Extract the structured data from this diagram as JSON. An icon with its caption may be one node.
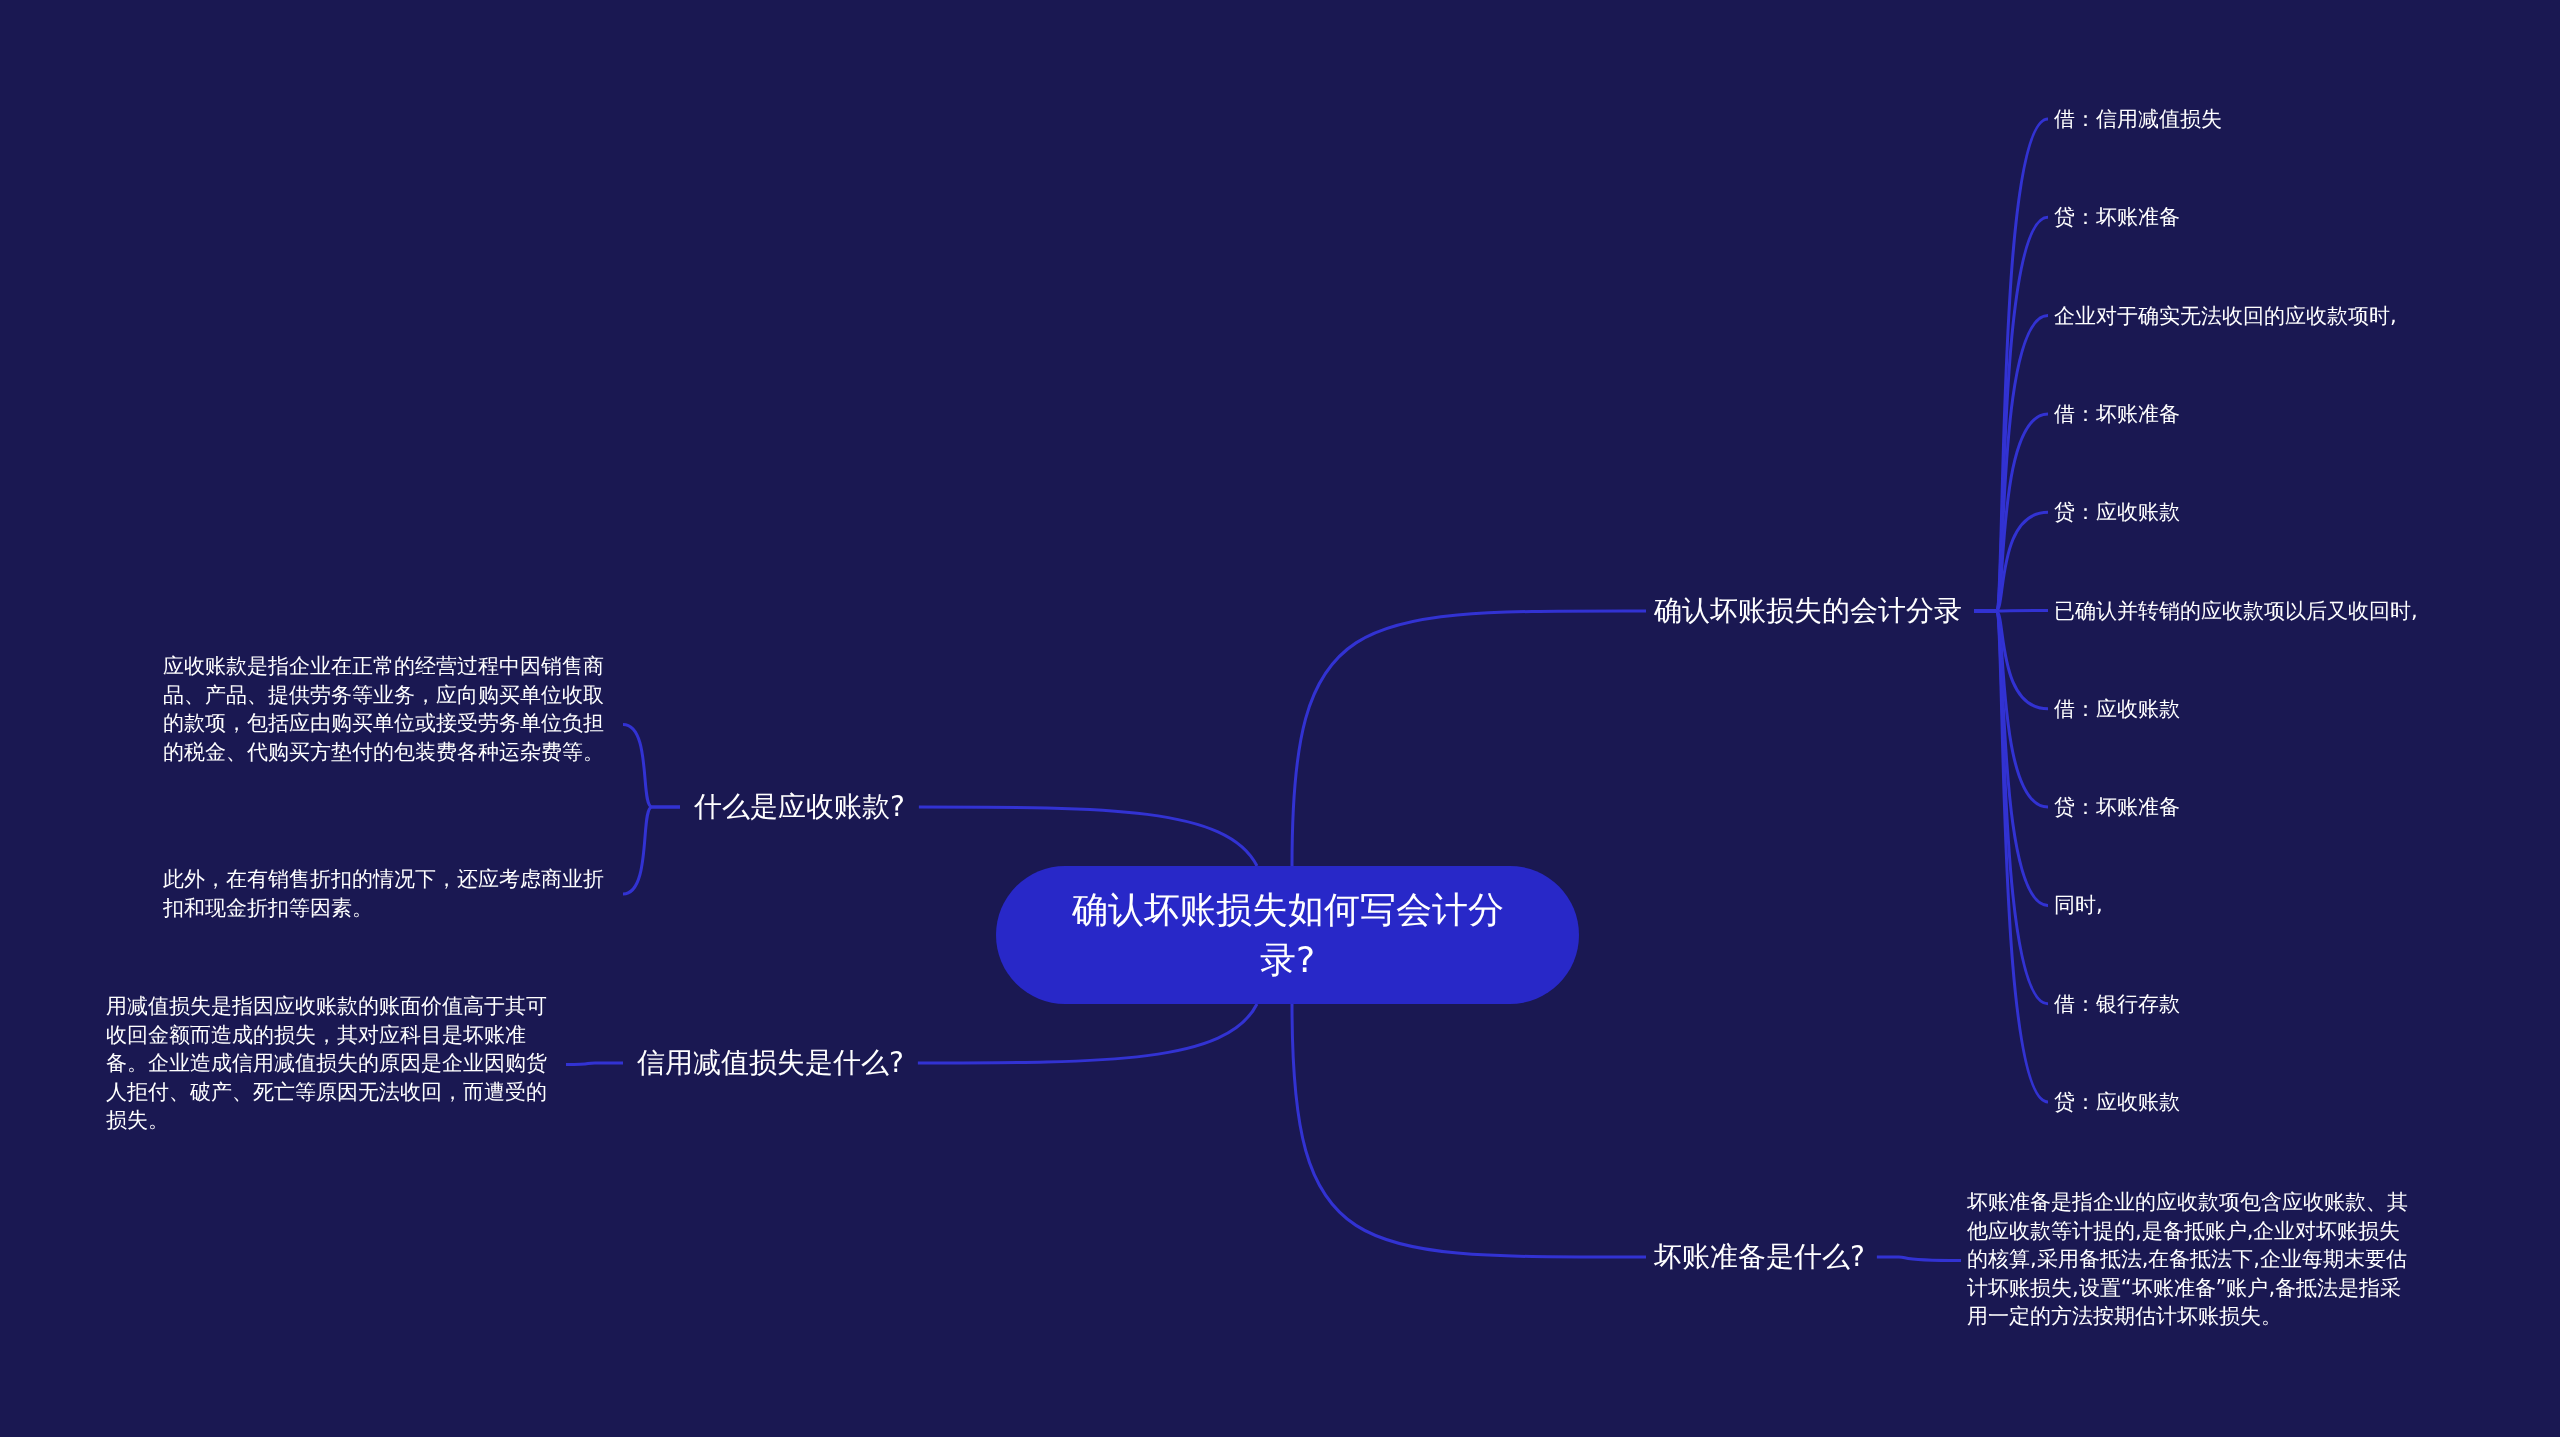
{
  "diagram": {
    "nodes": [
      {
        "text": [
          "确认坏账损失如何写会计分录?"
        ]
      },
      {
        "text": [
          "确认坏账损失的会计分录"
        ]
      },
      {
        "text": [
          "借：信用减值损失"
        ]
      },
      {
        "text": [
          "贷：坏账准备"
        ]
      },
      {
        "text": [
          "企业对于确实无法收回的应收款项时,"
        ]
      },
      {
        "text": [
          "借：坏账准备"
        ]
      },
      {
        "text": [
          "贷：应收账款"
        ]
      },
      {
        "text": [
          "已确认并转销的应收款项以后又收回时,"
        ]
      },
      {
        "text": [
          "借：应收账款"
        ]
      },
      {
        "text": [
          "贷：坏账准备"
        ]
      },
      {
        "text": [
          "同时,"
        ]
      },
      {
        "text": [
          "借：银行存款"
        ]
      },
      {
        "text": [
          "贷：应收账款"
        ]
      },
      {
        "text": [
          "坏账准备是什么?"
        ]
      },
      {
        "text": [
          "坏账准备是指企业的应收款项包含应收账款、其他应收款等计提的,是备抵账户,企业对坏账损失的核算,采用备抵法,在备抵法下,企业每期末要估计坏账损失,设置“坏账准备”账户,备抵法是指采用一定的方法按期估计坏账损失。"
        ]
      },
      {
        "text": [
          "什么是应收账款?"
        ]
      },
      {
        "text": [
          "应收账款是指企业在正常的经营过程中因销售商品、产品、提供劳务等业务，应向购买单位收取的款项，包括应由购买单位或接受劳务单位负担的税金、代购买方垫付的包装费各种运杂费等。"
        ]
      },
      {
        "text": [
          "此外，在有销售折扣的情况下，还应考虑商业折扣和现金折扣等因素。"
        ]
      },
      {
        "text": [
          "信用减值损失是什么?"
        ]
      },
      {
        "text": [
          "用减值损失是指因应收账款的账面价值高于其可收回金额而造成的损失，其对应科目是坏账准备。企业造成信用减值损失的原因是企业因购货人拒付、破产、死亡等原因无法收回，而遭受的损失。"
        ]
      }
    ],
    "edges": [
      {
        "from": 0,
        "to": 1,
        "arrow": "none"
      },
      {
        "from": 1,
        "to": 2,
        "arrow": "none"
      },
      {
        "from": 1,
        "to": 3,
        "arrow": "none"
      },
      {
        "from": 1,
        "to": 4,
        "arrow": "none"
      },
      {
        "from": 1,
        "to": 5,
        "arrow": "none"
      },
      {
        "from": 1,
        "to": 6,
        "arrow": "none"
      },
      {
        "from": 1,
        "to": 7,
        "arrow": "none"
      },
      {
        "from": 1,
        "to": 8,
        "arrow": "none"
      },
      {
        "from": 1,
        "to": 9,
        "arrow": "none"
      },
      {
        "from": 1,
        "to": 10,
        "arrow": "none"
      },
      {
        "from": 1,
        "to": 11,
        "arrow": "none"
      },
      {
        "from": 1,
        "to": 12,
        "arrow": "none"
      },
      {
        "from": 0,
        "to": 13,
        "arrow": "none"
      },
      {
        "from": 13,
        "to": 14,
        "arrow": "none"
      },
      {
        "from": 0,
        "to": 15,
        "arrow": "none"
      },
      {
        "from": 15,
        "to": 16,
        "arrow": "none"
      },
      {
        "from": 15,
        "to": 17,
        "arrow": "none"
      },
      {
        "from": 0,
        "to": 18,
        "arrow": "none"
      },
      {
        "from": 18,
        "to": 19,
        "arrow": "none"
      }
    ]
  }
}
